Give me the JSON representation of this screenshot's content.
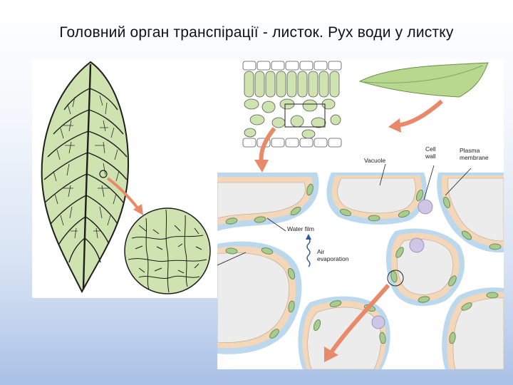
{
  "slide": {
    "title": "Головний орган транспірації - листок. Рух води у листку"
  },
  "diagram": {
    "labels": {
      "vacuole": "Vacuole",
      "cell_wall": "Cell\nwall",
      "plasma_membrane": "Plasma\nmembrane",
      "water_film": "Water film",
      "air_evaporation": "Air\nevaporation"
    },
    "colors": {
      "leaf_green": "#cfe3b0",
      "vein_dark": "#1e1e1e",
      "cell_wall_tan": "#f3d7b8",
      "water_film_blue": "#bcd8ec",
      "chloroplast": "#a8cb8f",
      "vacuole_gray": "#ececec",
      "nucleus_lilac": "#cfc6e6",
      "arrow_salmon": "#e88a6a"
    }
  }
}
